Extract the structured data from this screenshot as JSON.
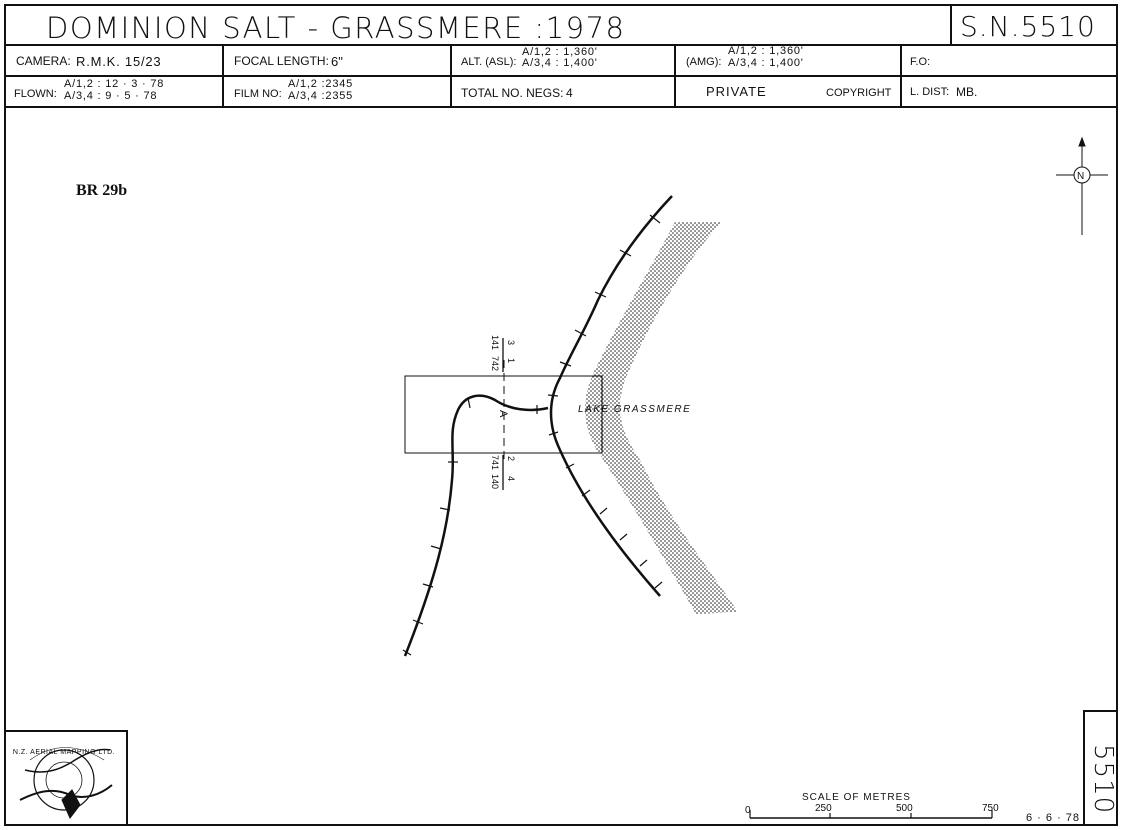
{
  "header": {
    "title": "DOMINION  SALT  -  GRASSMERE  :1978",
    "serial": "S.N.5510"
  },
  "info": {
    "camera_label": "CAMERA:",
    "camera_value": "R.M.K. 15/23",
    "focal_label": "FOCAL LENGTH:",
    "focal_value": "6\"",
    "alt_asl_label": "ALT. (ASL):",
    "alt_asl_1": "A/1,2 : 1,360'",
    "alt_asl_2": "A/3,4 : 1,400'",
    "amg_label": "(AMG):",
    "amg_1": "A/1,2 : 1,360'",
    "amg_2": "A/3,4 : 1,400'",
    "fo_label": "F.O:",
    "flown_label": "FLOWN:",
    "flown_1": "A/1,2 : 12 · 3 · 78",
    "flown_2": "A/3,4 :  9 · 5 · 78",
    "film_label": "FILM NO:",
    "film_1": "A/1,2 :2345",
    "film_2": "A/3,4 :2355",
    "negs_label": "TOTAL NO. NEGS:",
    "negs_value": "4",
    "private": "PRIVATE",
    "copyright": "COPYRIGHT",
    "ldist_label": "L. DIST:",
    "ldist_value": "MB."
  },
  "map": {
    "reference": "BR 29b",
    "lake_label": "LAKE  GRASSMERE",
    "run_label": "A",
    "frames_top": [
      "3",
      "1",
      "141",
      "742"
    ],
    "frames_bottom": [
      "2",
      "4",
      "741",
      "140"
    ],
    "north": "N"
  },
  "scale": {
    "title": "SCALE  OF  METRES",
    "ticks": [
      "0",
      "250",
      "500",
      "750"
    ]
  },
  "footer": {
    "sheet_number": "5510",
    "date": "6 · 6 · 78",
    "logo_text": "N.Z. AERIAL MAPPING LTD."
  },
  "colors": {
    "ink": "#111111",
    "paper": "#ffffff"
  }
}
